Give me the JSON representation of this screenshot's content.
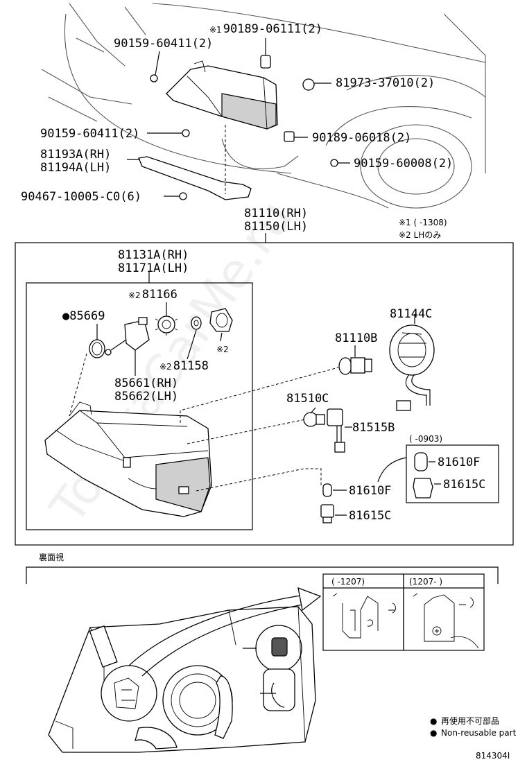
{
  "callouts": {
    "p90189_06111": "90189-06111(2)",
    "p90159_60411_a": "90159-60411(2)",
    "p81973_37010": "81973-37010(2)",
    "p90159_60411_b": "90159-60411(2)",
    "p90189_06018": "90189-06018(2)",
    "p81193a": "81193A(RH)",
    "p81194a": "81194A(LH)",
    "p90159_60008": "90159-60008(2)",
    "p90467": "90467-10005-C0(6)",
    "p81110": "81110(RH)",
    "p81150": "81150(LH)",
    "p81131a": "81131A(RH)",
    "p81171a": "81171A(LH)",
    "p81166": "81166",
    "p85669": "85669",
    "p81158": "81158",
    "p85661": "85661(RH)",
    "p85662": "85662(LH)",
    "p81144c": "81144C",
    "p81110b": "81110B",
    "p81510c": "81510C",
    "p81515b": "81515B",
    "p81610f_box": "81610F",
    "p81615c_box": "81615C",
    "p81610f": "81610F",
    "p81615c": "81615C"
  },
  "marks": {
    "ref": "※",
    "ref1": "※1",
    "ref2": "※2",
    "nonreuse": "●"
  },
  "notes": {
    "note1": "※1 (     -1308)",
    "note2": "※2 LHのみ",
    "date_box": "(     -0903)",
    "rear_view": "裏面視",
    "inset_left": "(     -1207)",
    "inset_right": "(1207-     )",
    "legend_jp": "再使用不可部品",
    "legend_en": "Non-reusable part",
    "diagram_id": "814304I",
    "watermark": "ToyotaCarMe.ru"
  }
}
